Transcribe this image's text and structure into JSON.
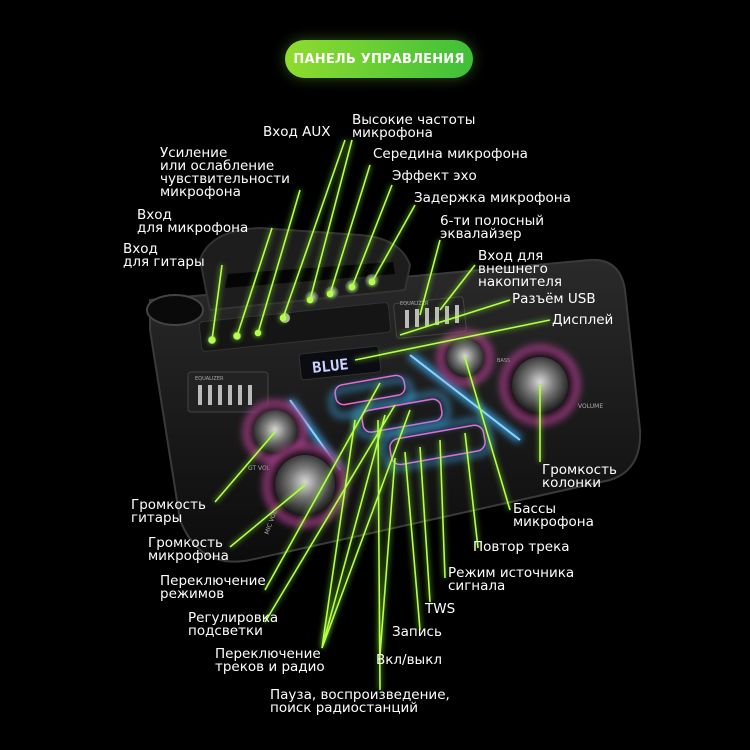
{
  "title": "ПАНЕЛЬ УПРАВЛЕНИЯ",
  "display_text": "BLUE",
  "panel_prints": {
    "equalizer_left": "EQUALIZER",
    "equalizer_right": "EQUALIZER",
    "gt_vol": "GT VOL",
    "mic_vol": "MIC VOL",
    "volume": "VOLUME",
    "bass": "BASS"
  },
  "labels": {
    "aux": "Вход AUX",
    "mic_treble": "Высокие частоты\nмикрофона",
    "mic_gain": "Усиление\nили ослабление\nчувствительности\nмикрофона",
    "mic_mid": "Середина микрофона",
    "echo": "Эффект эхо",
    "mic_input": "Вход\nдля микрофона",
    "mic_delay": "Задержка микрофона",
    "guitar_input": "Вход\nдля гитары",
    "eq6": "6-ти полосный\nэквалайзер",
    "ext_storage": "Вход для\nвнешнего\nнакопителя",
    "usb": "Разъём USB",
    "display": "Дисплей",
    "speaker_volume": "Громкость\nколонки",
    "guitar_volume": "Громкость\nгитары",
    "mic_bass": "Бассы\nмикрофона",
    "mic_volume": "Громкость\nмикрофона",
    "repeat": "Повтор трека",
    "mode_switch": "Переключение\nрежимов",
    "source_mode": "Режим источника\nсигнала",
    "tws": "TWS",
    "backlight": "Регулировка\nподсветки",
    "record": "Запись",
    "track_radio": "Переключение\nтреков и радио",
    "power": "Вкл/выкл",
    "pause_play": "Пауза, воспроизведение,\nпоиск радиостанций"
  },
  "colors": {
    "accent_green_start": "#8fdc2e",
    "accent_green_end": "#3fbf3a",
    "leader_line": "#b6ff4a",
    "led_blue": "#3fb5ff",
    "led_pink": "#ff5fd2",
    "body": "#1a1a1a"
  }
}
